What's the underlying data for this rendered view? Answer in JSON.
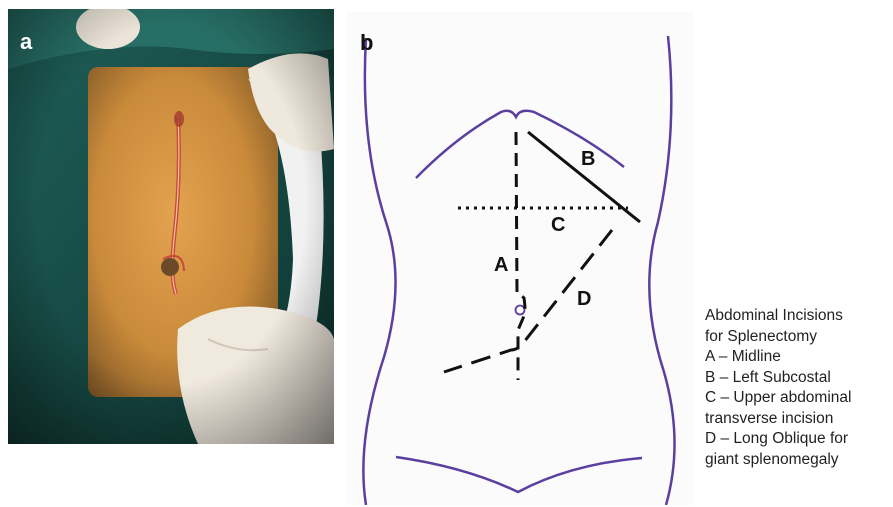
{
  "panel_a": {
    "letter": "a"
  },
  "panel_b": {
    "letter": "b",
    "labels": {
      "A": "A",
      "B": "B",
      "C": "C",
      "D": "D"
    }
  },
  "legend": {
    "title_line1": "Abdominal Incisions",
    "title_line2": "for Splenectomy",
    "items": [
      "A – Midline",
      "B – Left Subcostal",
      "C – Upper abdominal",
      "transverse incision",
      "D – Long Oblique for",
      "giant splenomegaly"
    ]
  }
}
